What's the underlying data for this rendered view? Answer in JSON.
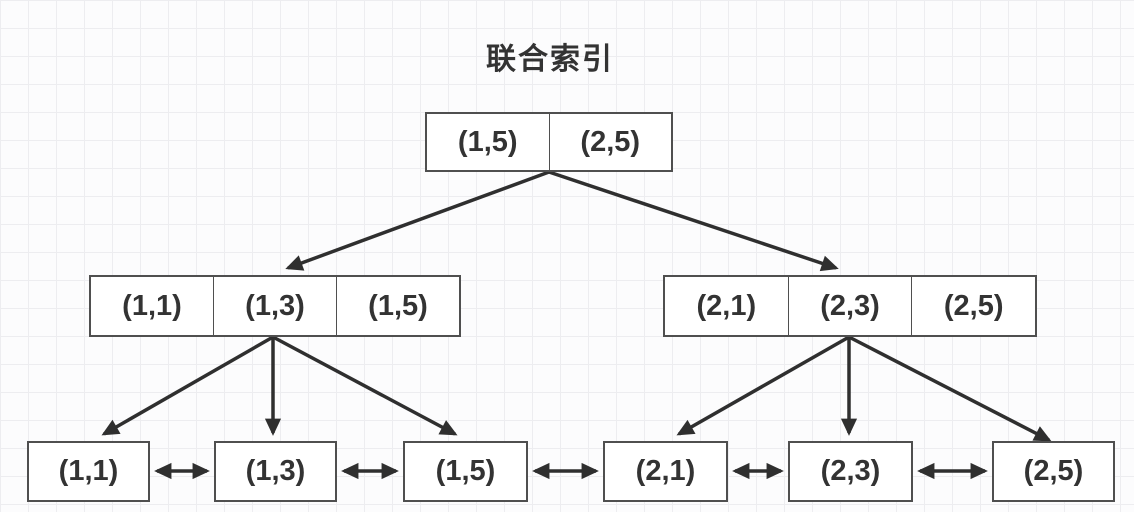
{
  "title": "联合索引",
  "tree": {
    "root": {
      "cells": [
        "(1,5)",
        "(2,5)"
      ]
    },
    "internal": [
      {
        "id": "internal-left",
        "cells": [
          "(1,1)",
          "(1,3)",
          "(1,5)"
        ]
      },
      {
        "id": "internal-right",
        "cells": [
          "(2,1)",
          "(2,3)",
          "(2,5)"
        ]
      }
    ],
    "leaves": [
      "(1,1)",
      "(1,3)",
      "(1,5)",
      "(2,1)",
      "(2,3)",
      "(2,5)"
    ]
  },
  "edges": [
    {
      "from": "root",
      "to": "internal-left",
      "type": "arrow"
    },
    {
      "from": "root",
      "to": "internal-right",
      "type": "arrow"
    },
    {
      "from": "internal-left",
      "to": "leaf-(1,1)",
      "type": "arrow"
    },
    {
      "from": "internal-left",
      "to": "leaf-(1,3)",
      "type": "arrow"
    },
    {
      "from": "internal-left",
      "to": "leaf-(1,5)",
      "type": "arrow"
    },
    {
      "from": "internal-right",
      "to": "leaf-(2,1)",
      "type": "arrow"
    },
    {
      "from": "internal-right",
      "to": "leaf-(2,3)",
      "type": "arrow"
    },
    {
      "from": "internal-right",
      "to": "leaf-(2,5)",
      "type": "arrow"
    },
    {
      "from": "leaf-(1,1)",
      "to": "leaf-(1,3)",
      "type": "double-arrow"
    },
    {
      "from": "leaf-(1,3)",
      "to": "leaf-(1,5)",
      "type": "double-arrow"
    },
    {
      "from": "leaf-(1,5)",
      "to": "leaf-(2,1)",
      "type": "double-arrow"
    },
    {
      "from": "leaf-(2,1)",
      "to": "leaf-(2,3)",
      "type": "double-arrow"
    },
    {
      "from": "leaf-(2,3)",
      "to": "leaf-(2,5)",
      "type": "double-arrow"
    }
  ],
  "colors": {
    "canvas_bg": "#fcfcfd",
    "grid_line": "#ededf0",
    "node_fill": "#ffffff",
    "node_border": "#4f4f4f",
    "arrow": "#2f2f2f",
    "text": "#333333"
  }
}
